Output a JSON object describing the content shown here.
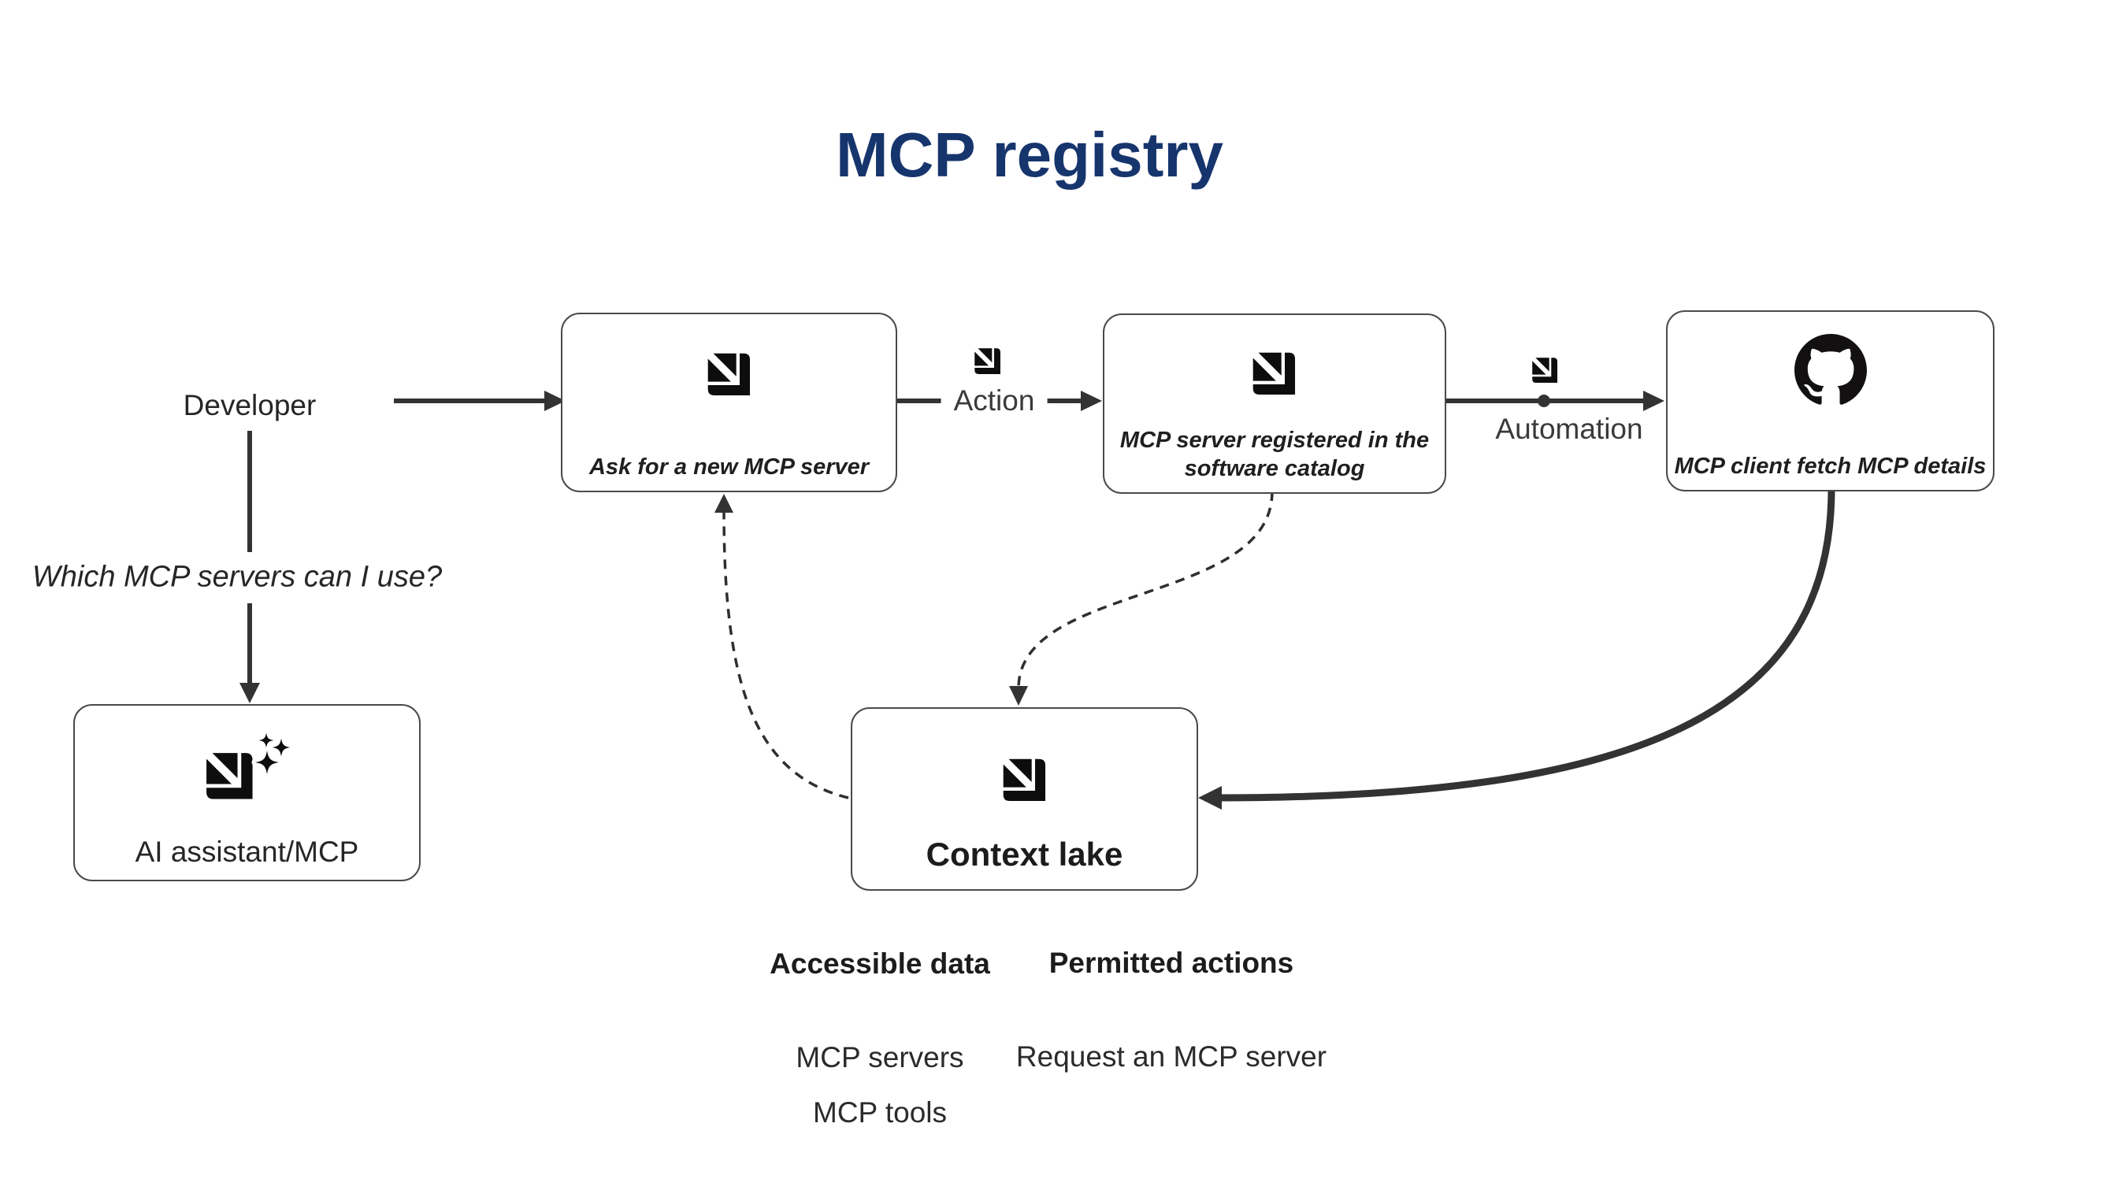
{
  "title": "MCP registry",
  "colors": {
    "title": "#17356d",
    "line": "#333333",
    "box_border": "#4a4a4a",
    "icon": "#0d0d0d",
    "text": "#262626"
  },
  "developer_flow": {
    "actor_label": "Developer",
    "question": "Which MCP servers can I use?",
    "ai_box": {
      "label": "AI assistant/MCP",
      "icon": "port-logo-sparkles-icon"
    }
  },
  "flow_boxes": [
    {
      "label": "Ask for a new MCP server",
      "icon": "port-logo-icon"
    },
    {
      "label": "MCP server registered in the software catalog",
      "icon": "port-logo-icon"
    },
    {
      "label": "MCP client fetch MCP details",
      "icon": "github-icon"
    }
  ],
  "edges": {
    "action": {
      "label": "Action",
      "icon": "port-logo-icon"
    },
    "automation": {
      "label": "Automation",
      "icon": "port-logo-icon"
    }
  },
  "context_box": {
    "label": "Context lake",
    "icon": "port-logo-icon"
  },
  "legend": {
    "columns": [
      {
        "header": "Accessible data",
        "items": [
          "MCP servers",
          "MCP tools"
        ]
      },
      {
        "header": "Permitted actions",
        "items": [
          "Request an MCP server"
        ]
      }
    ]
  }
}
